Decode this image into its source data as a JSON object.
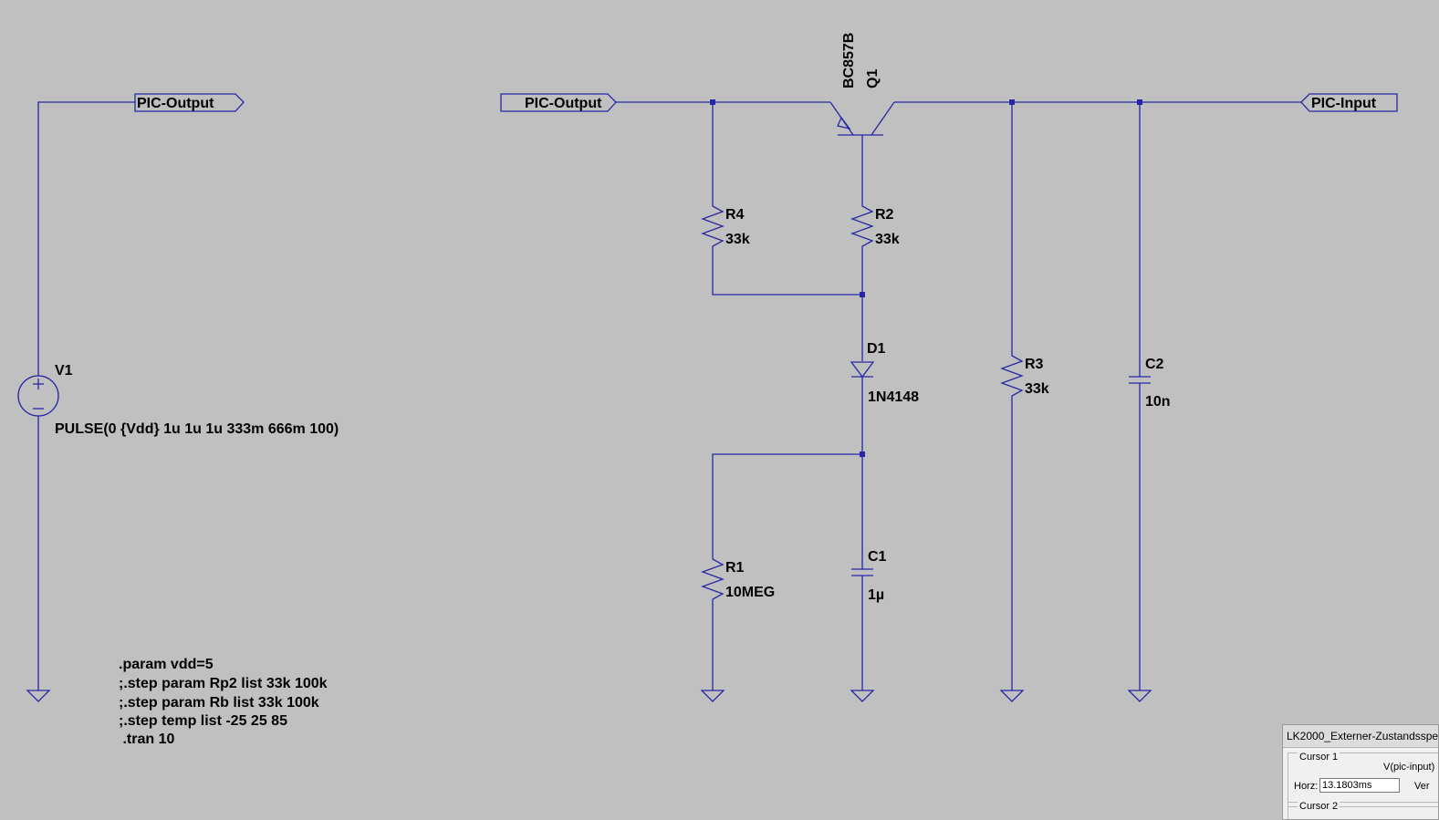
{
  "schematic": {
    "nets": {
      "pic_output_left": "PIC-Output",
      "pic_output_right": "PIC-Output",
      "pic_input": "PIC-Input"
    },
    "components": {
      "v1": {
        "name": "V1",
        "value": "PULSE(0 {Vdd} 1u 1u 1u 333m 666m 100)"
      },
      "q1": {
        "name": "Q1",
        "model": "BC857B"
      },
      "r4": {
        "name": "R4",
        "value": "33k"
      },
      "r2": {
        "name": "R2",
        "value": "33k"
      },
      "r3": {
        "name": "R3",
        "value": "33k"
      },
      "r1": {
        "name": "R1",
        "value": "10MEG"
      },
      "d1": {
        "name": "D1",
        "model": "1N4148"
      },
      "c1": {
        "name": "C1",
        "value": "1µ"
      },
      "c2": {
        "name": "C2",
        "value": "10n"
      }
    },
    "directives": [
      ".param vdd=5",
      ";.step param Rp2 list 33k 100k",
      ";.step param Rb list 33k 100k",
      ";.step temp list -25 25 85",
      " .tran 10"
    ]
  },
  "cursor_window": {
    "title": "LK2000_Externer-Zustandsspe",
    "cursor1_label": "Cursor 1",
    "trace": "V(pic-input)",
    "horz_label": "Horz:",
    "horz_value": "13.1803ms",
    "vert_label": "Ver",
    "cursor2_label": "Cursor 2"
  },
  "colors": {
    "background": "#c0c0c0",
    "wire": "#2626a6",
    "text": "#000000"
  }
}
